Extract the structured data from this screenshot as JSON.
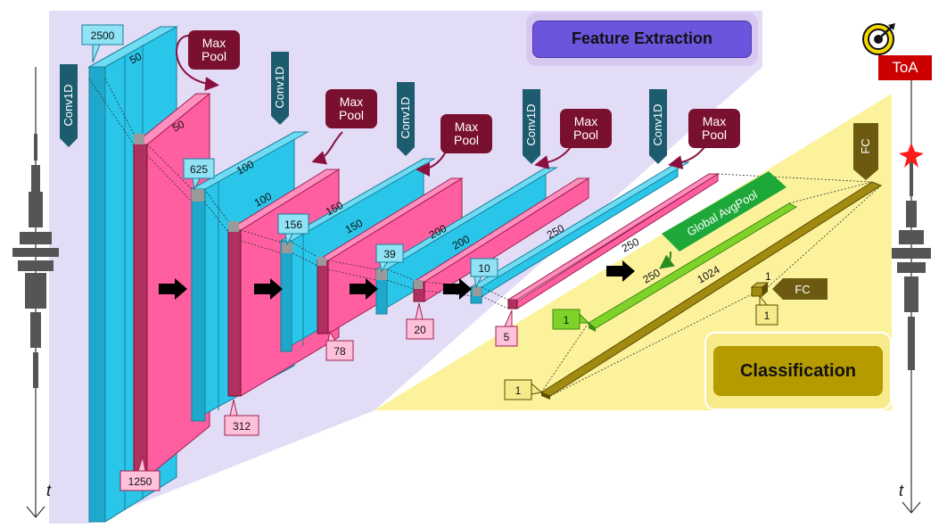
{
  "sections": {
    "feature_extraction": "Feature Extraction",
    "classification": "Classification"
  },
  "layer_labels": {
    "conv": "Conv1D",
    "maxpool": "Max\nPool",
    "global_avgpool": "Global AvgPool",
    "fc": "FC",
    "toa": "ToA"
  },
  "conv_blocks": [
    {
      "length": "2500",
      "filters": "50"
    },
    {
      "length": "625",
      "filters": "100"
    },
    {
      "length": "156",
      "filters": "150"
    },
    {
      "length": "39",
      "filters": "200"
    },
    {
      "length": "10",
      "filters": "250"
    }
  ],
  "pool_blocks": [
    {
      "length": "1250",
      "filters": "50"
    },
    {
      "length": "312",
      "filters": "100"
    },
    {
      "length": "78",
      "filters": "150"
    },
    {
      "length": "20",
      "filters": "200"
    },
    {
      "length": "5",
      "filters": "250"
    }
  ],
  "classifier": {
    "gap_width": "250",
    "gap_height": "1",
    "fc1_width": "1024",
    "fc1_height": "1",
    "fc2_size": "1",
    "fc2_height": "1"
  },
  "time_axis_label": "t",
  "colors": {
    "conv": "#29c6ea",
    "pool": "#ff5ea0",
    "purple_bg": "#e2dcf6",
    "yellow_bg": "#fcf29c",
    "gap": "#7fd22a",
    "fc": "#a08a10",
    "maxpool_label": "#7a1030",
    "conv_label": "#1c5c6e"
  },
  "icons": [
    "target-icon",
    "star-marker-icon",
    "arrow-icon",
    "seismic-trace-icon"
  ]
}
